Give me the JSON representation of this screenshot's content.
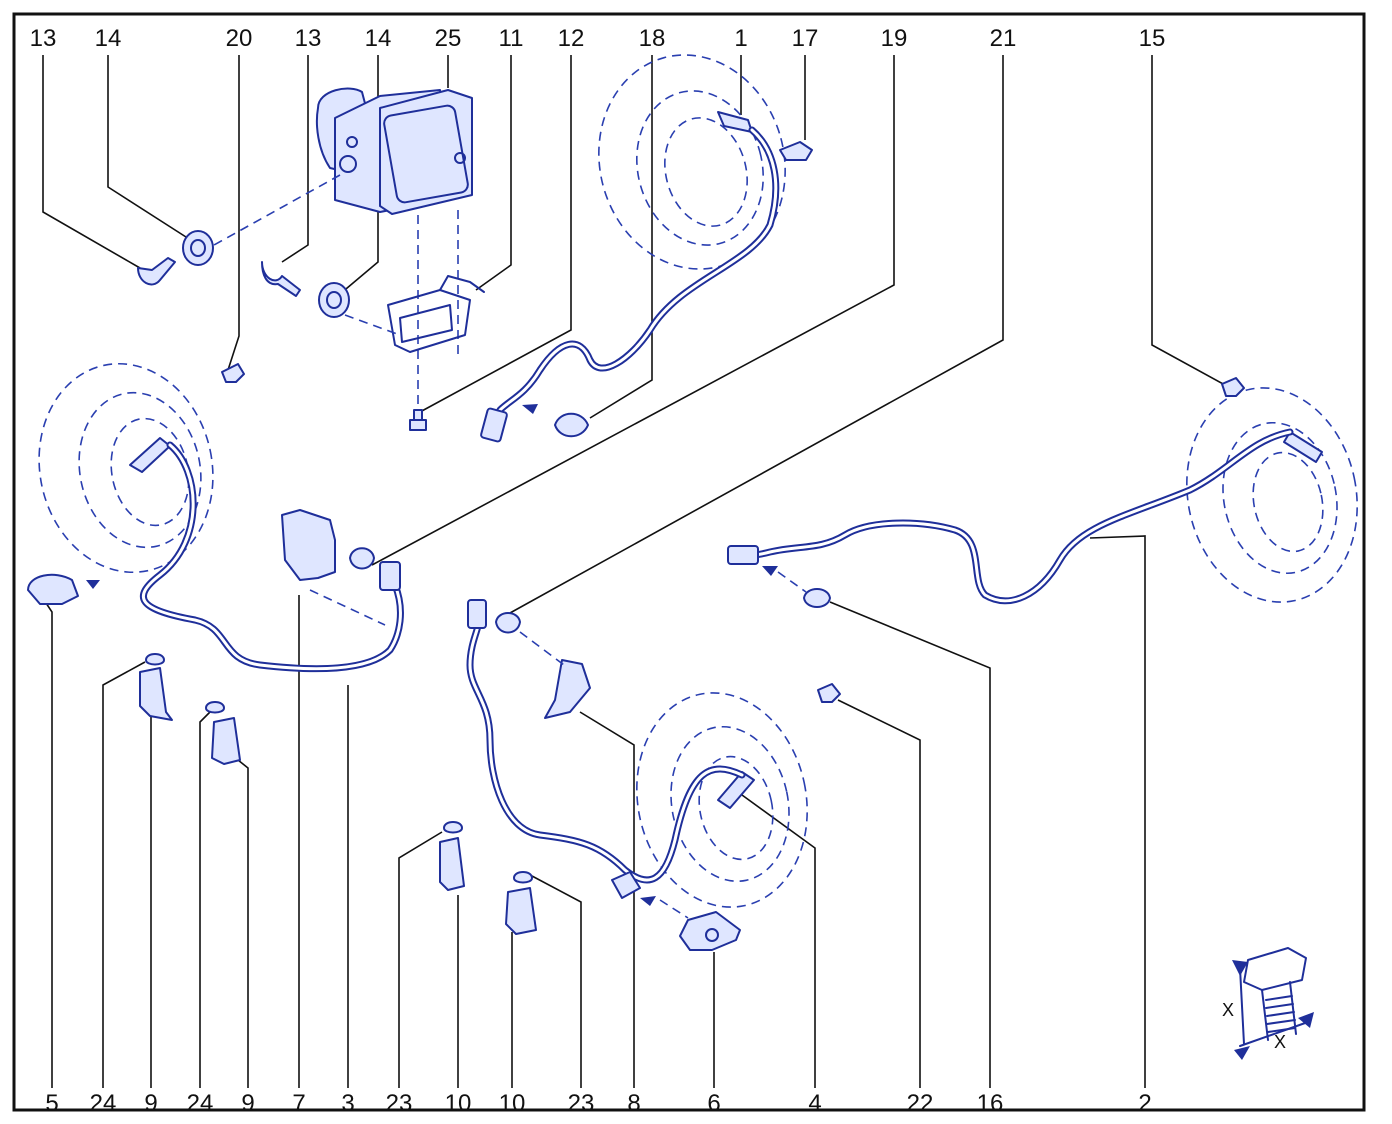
{
  "diagram": {
    "callouts_top": [
      "13",
      "14",
      "20",
      "13",
      "14",
      "25",
      "11",
      "12",
      "18",
      "1",
      "17",
      "19",
      "21",
      "15"
    ],
    "callouts_bottom": [
      "5",
      "24",
      "9",
      "24",
      "9",
      "7",
      "3",
      "23",
      "10",
      "10",
      "23",
      "8",
      "6",
      "4",
      "22",
      "16",
      "2"
    ],
    "dimension_labels": [
      "X",
      "X"
    ]
  }
}
